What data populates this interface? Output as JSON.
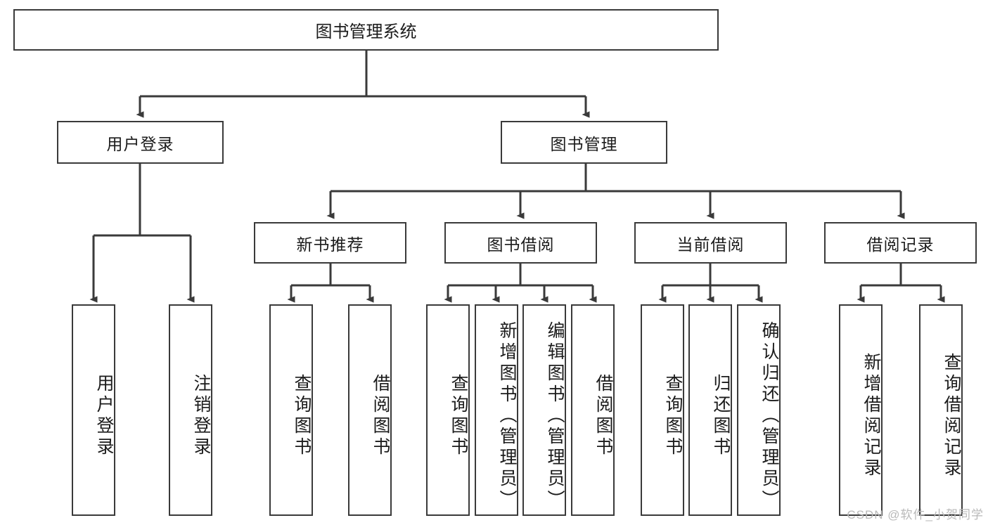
{
  "diagram": {
    "title": "图书管理系统",
    "type": "tree-hierarchy-diagram",
    "watermark": "CSDN @软件_小贺同学",
    "colors": {
      "box_border": "#3a3a3a",
      "box_fill": "#ffffff",
      "connector": "#3a3a3a",
      "text": "#1b1b1b",
      "watermark": "#b9b9b9",
      "background": "#ffffff"
    },
    "nodes": {
      "root": {
        "label": "图书管理系统",
        "level": 1
      },
      "level2": [
        {
          "id": "user-login",
          "label": "用户登录"
        },
        {
          "id": "book-manage",
          "label": "图书管理"
        }
      ],
      "level3": [
        {
          "id": "new-book-recommend",
          "label": "新书推荐",
          "parent": "book-manage"
        },
        {
          "id": "book-borrow",
          "label": "图书借阅",
          "parent": "book-manage"
        },
        {
          "id": "current-borrow",
          "label": "当前借阅",
          "parent": "book-manage"
        },
        {
          "id": "borrow-record",
          "label": "借阅记录",
          "parent": "book-manage"
        }
      ],
      "leaves": [
        {
          "id": "leaf-user-login",
          "label": "用户登录",
          "parent": "user-login"
        },
        {
          "id": "leaf-logout-login",
          "label": "注销登录",
          "parent": "user-login"
        },
        {
          "id": "leaf-query-book-1",
          "label": "查询图书",
          "parent": "new-book-recommend"
        },
        {
          "id": "leaf-borrow-book-1",
          "label": "借阅图书",
          "parent": "new-book-recommend"
        },
        {
          "id": "leaf-query-book-2",
          "label": "查询图书",
          "parent": "book-borrow"
        },
        {
          "id": "leaf-add-book",
          "label": "新增图书（管理员）",
          "parent": "book-borrow"
        },
        {
          "id": "leaf-edit-book",
          "label": "编辑图书（管理员）",
          "parent": "book-borrow"
        },
        {
          "id": "leaf-borrow-book-2",
          "label": "借阅图书",
          "parent": "book-borrow"
        },
        {
          "id": "leaf-query-book-3",
          "label": "查询图书",
          "parent": "current-borrow"
        },
        {
          "id": "leaf-return-book",
          "label": "归还图书",
          "parent": "current-borrow"
        },
        {
          "id": "leaf-confirm-return",
          "label": "确认归还（管理员）",
          "parent": "current-borrow"
        },
        {
          "id": "leaf-add-record",
          "label": "新增借阅记录",
          "parent": "borrow-record"
        },
        {
          "id": "leaf-query-record",
          "label": "查询借阅记录",
          "parent": "borrow-record"
        }
      ]
    }
  }
}
